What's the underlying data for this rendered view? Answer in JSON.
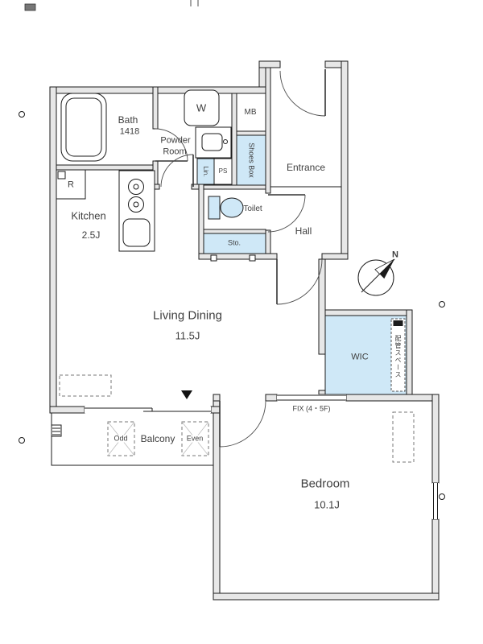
{
  "colors": {
    "background": "#ffffff",
    "wall_fill": "#e7e7e7",
    "highlight": "#cfe8f7",
    "outline": "#1b1b1b",
    "text": "#3f3f3f"
  },
  "rooms": {
    "bath": {
      "name": "Bath",
      "size": "1418"
    },
    "powder_room": {
      "line1": "Powder",
      "line2": "Room"
    },
    "kitchen": {
      "name": "Kitchen",
      "size": "2.5J"
    },
    "entrance": {
      "name": "Entrance"
    },
    "hall": {
      "name": "Hall"
    },
    "toilet": {
      "name": "Toilet"
    },
    "living_dining": {
      "name": "Living Dining",
      "size": "11.5J"
    },
    "bedroom": {
      "name": "Bedroom",
      "size": "10.1J"
    },
    "wic": {
      "name": "WIC"
    },
    "balcony": {
      "name": "Balcony"
    }
  },
  "storage": {
    "shoes_box": "Shoes Box",
    "linen": "Lin.",
    "pipe_shaft": "PS",
    "storage": "Sto.",
    "meter_box": "MB",
    "pipe_space": "配管スペース"
  },
  "fixtures": {
    "washer": "W",
    "fridge": "R"
  },
  "annotations": {
    "fix_window": "FIX (4・5F)",
    "odd": "Odd",
    "even": "Even",
    "north": "N"
  }
}
